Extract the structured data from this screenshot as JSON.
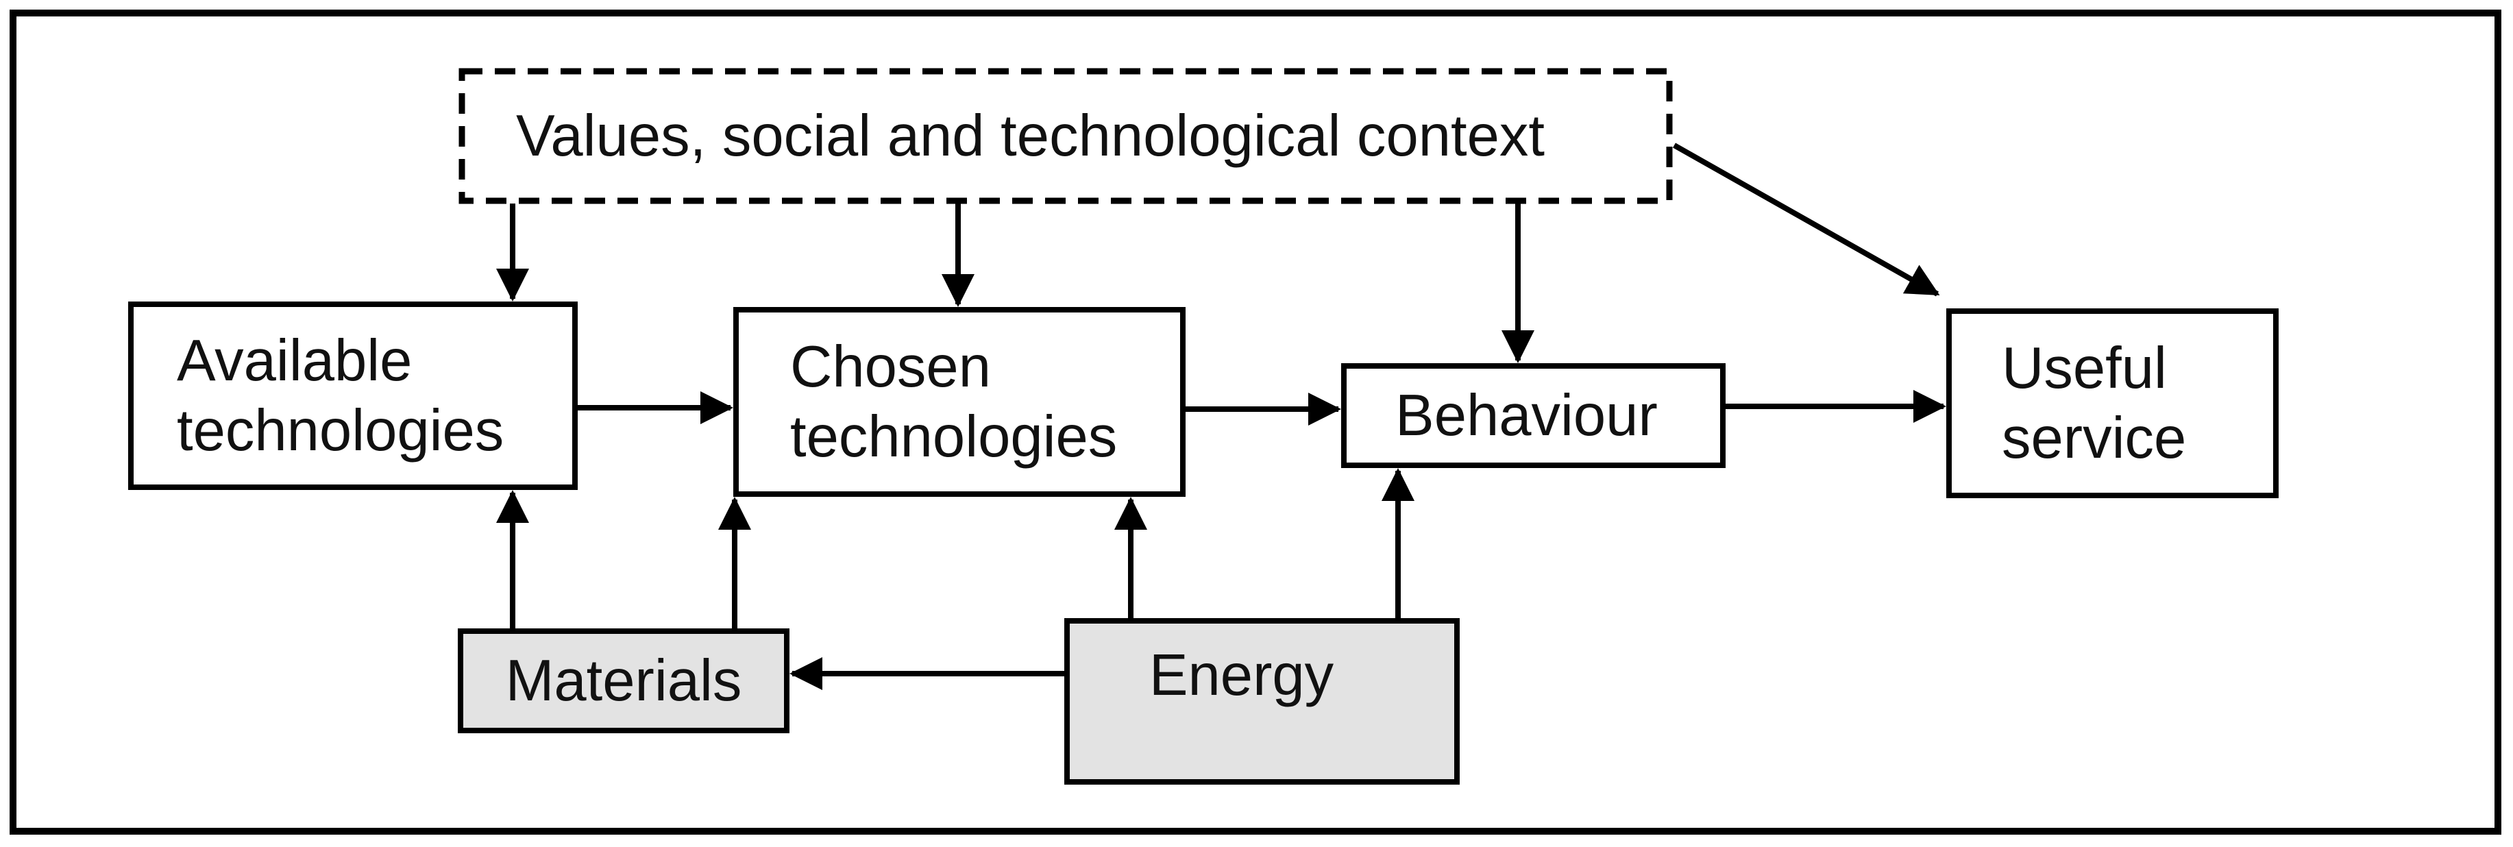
{
  "colors": {
    "ink": "#000000",
    "text": "#111111",
    "node_fill": "#ffffff",
    "io_node_fill": "#e3e3e3",
    "background": "#ffffff"
  },
  "diagram": {
    "nodes": {
      "context": {
        "label": "Values, social and technological context",
        "style": "dashed-border"
      },
      "available_technologies": {
        "label": "Available technologies",
        "style": "solid-border"
      },
      "chosen_technologies": {
        "label": "Chosen technologies",
        "style": "solid-border"
      },
      "behaviour": {
        "label": "Behaviour",
        "style": "solid-border"
      },
      "useful_service": {
        "label": "Useful service",
        "style": "solid-border"
      },
      "materials": {
        "label": "Materials",
        "style": "solid-border-gray-fill"
      },
      "energy": {
        "label": "Energy",
        "style": "solid-border-gray-fill"
      }
    },
    "edges": [
      {
        "from": "context",
        "to": "available_technologies",
        "direction": "down"
      },
      {
        "from": "context",
        "to": "chosen_technologies",
        "direction": "down"
      },
      {
        "from": "context",
        "to": "behaviour",
        "direction": "down"
      },
      {
        "from": "context",
        "to": "useful_service",
        "direction": "diagonal-down-right"
      },
      {
        "from": "available_technologies",
        "to": "chosen_technologies",
        "direction": "right"
      },
      {
        "from": "chosen_technologies",
        "to": "behaviour",
        "direction": "right"
      },
      {
        "from": "behaviour",
        "to": "useful_service",
        "direction": "right"
      },
      {
        "from": "materials",
        "to": "available_technologies",
        "direction": "up"
      },
      {
        "from": "materials",
        "to": "chosen_technologies",
        "direction": "up"
      },
      {
        "from": "energy",
        "to": "chosen_technologies",
        "direction": "up"
      },
      {
        "from": "energy",
        "to": "behaviour",
        "direction": "up"
      },
      {
        "from": "energy",
        "to": "materials",
        "direction": "left"
      }
    ]
  }
}
